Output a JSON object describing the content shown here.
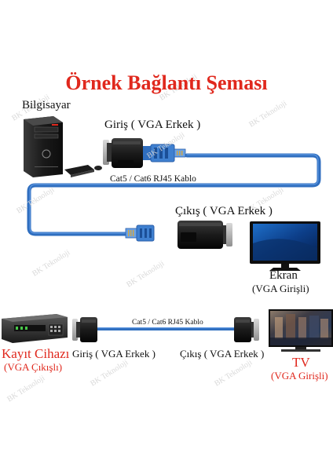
{
  "title": "Örnek Bağlantı Şeması",
  "watermark": "BK Teknoloji",
  "top_diagram": {
    "computer_label": "Bilgisayar",
    "input_label": "Giriş ( VGA Erkek )",
    "cable_label": "Cat5 / Cat6 RJ45 Kablo",
    "output_label": "Çıkış ( VGA Erkek )",
    "monitor_label": "Ekran",
    "monitor_sub_label": "(VGA Girişli)"
  },
  "bottom_diagram": {
    "recorder_label": "Kayıt Cihazı",
    "recorder_sub_label": "(VGA Çıkışlı)",
    "input_label": "Giriş ( VGA Erkek )",
    "cable_label": "Cat5 / Cat6 RJ45 Kablo",
    "output_label": "Çıkış ( VGA Erkek )",
    "tv_label": "TV",
    "tv_sub_label": "(VGA Girişli)"
  },
  "colors": {
    "title": "#e0281d",
    "cable": "#2f6ebf",
    "cable_highlight": "#5d97e0",
    "adapter": "#1c1c1c",
    "label_red": "#e0281d"
  },
  "icons": [
    "computer-tower-icon",
    "vga-rj45-adapter-icon",
    "rj45-plug-icon",
    "monitor-icon",
    "dvr-recorder-icon",
    "tv-icon"
  ]
}
